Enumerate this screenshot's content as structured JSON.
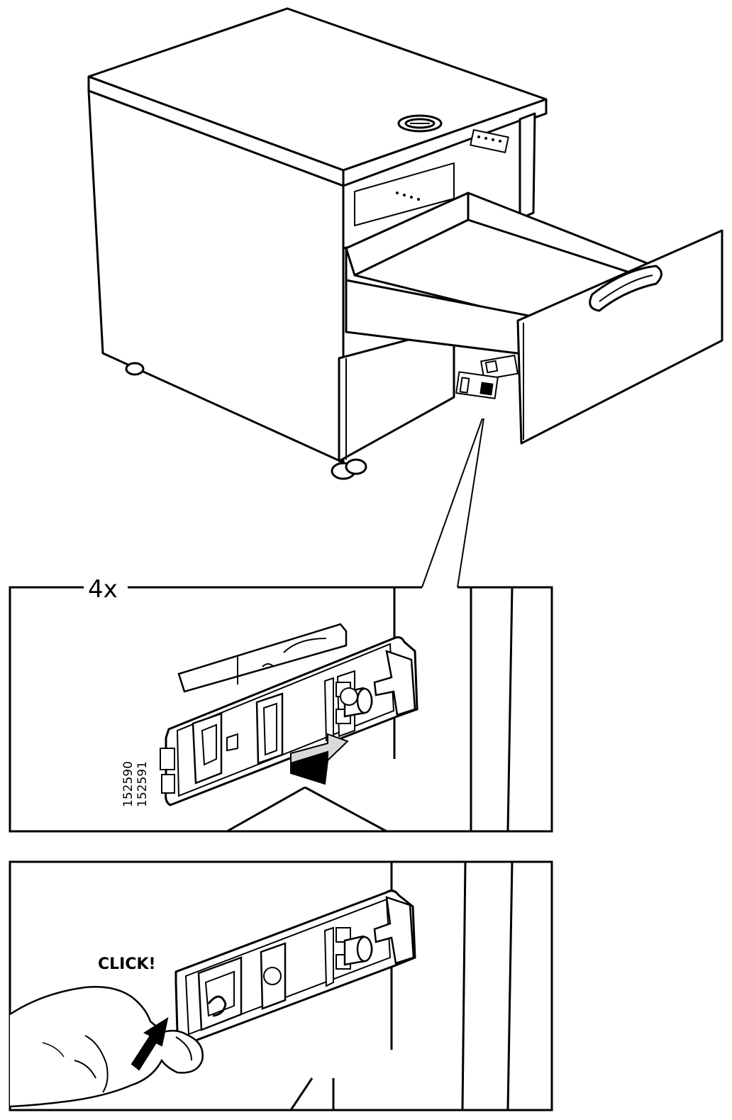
{
  "step": {
    "quantity_label": "4x",
    "part_numbers": [
      "152590",
      "152591"
    ],
    "sound_label": "CLICK!"
  },
  "colors": {
    "line": "#000000",
    "background": "#ffffff",
    "shade": "#d9d9d9"
  }
}
